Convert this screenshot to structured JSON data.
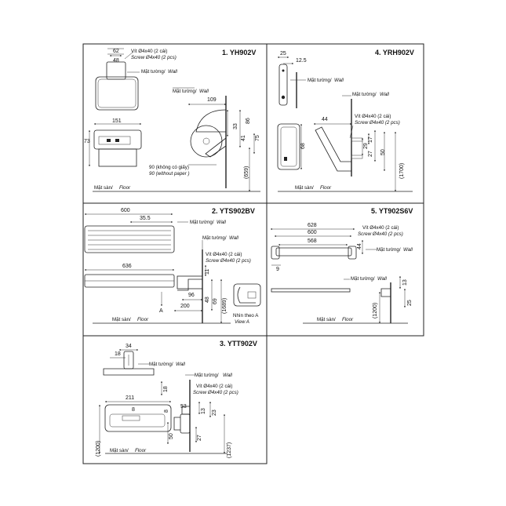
{
  "colors": {
    "line": "#222222",
    "background": "#ffffff"
  },
  "panel1": {
    "title": "1. YH902V",
    "dims": {
      "d62": "62",
      "d48": "48",
      "d109": "109",
      "d151": "151",
      "d73": "73",
      "d33": "33",
      "d86": "86",
      "d41": "41",
      "d75": "75",
      "d659": "(659)"
    },
    "screw_vi": "Vít Ø4x40 (2 cái)",
    "screw_en": "Screw Ø4x40 (2 pcs)",
    "wall_vi": "Mặt tường/",
    "wall_en": "Wall",
    "paper_vi": "90 (không có giấy)",
    "paper_en": "90 (without paper )",
    "floor_vi": "Mặt sàn/",
    "floor_en": "Floor"
  },
  "panel4": {
    "title": "4. YRH902V",
    "dims": {
      "d25": "25",
      "d12_5": "12.5",
      "d68": "68",
      "d44": "44",
      "d29": "29",
      "d17": "17",
      "d27": "27",
      "d50": "50",
      "d1700": "(1700)"
    },
    "screw_vi": "Vít Ø4x40 (2 cái)",
    "screw_en": "Screw Ø4x40 (2 pcs)",
    "wall_vi": "Mặt tường/",
    "wall_en": "Wall",
    "floor_vi": "Mặt sàn/",
    "floor_en": "Floor"
  },
  "panel2": {
    "title": "2. YTS902BV",
    "dims": {
      "d600": "600",
      "d35_5": "35.5",
      "d636": "636",
      "d11": "11",
      "d96": "96",
      "d200": "200",
      "d48": "48",
      "d69": "69",
      "d1689": "(1689)"
    },
    "screw_vi": "Vít Ø4x40 (2 cái)",
    "screw_en": "Screw Ø4x40 (2 pcs)",
    "wall_vi": "Mặt tường/",
    "wall_en": "Wall",
    "floor_vi": "Mặt sàn/",
    "floor_en": "Floor",
    "view_letter": "A",
    "view_vi": "Nhìn theo A",
    "view_en": "View A"
  },
  "panel5": {
    "title": "5. YT902S6V",
    "dims": {
      "d628": "628",
      "d600": "600",
      "d568": "568",
      "d44": "44",
      "d9": "9",
      "d13": "13",
      "d25": "25",
      "d1200": "(1200)"
    },
    "screw_vi": "Vít Ø4x40 (2 cái)",
    "screw_en": "Screw Ø4x40 (2 pcs)",
    "wall_vi": "Mặt tường/",
    "wall_en": "Wall",
    "floor_vi": "Mặt sàn/",
    "floor_en": "Floor"
  },
  "panel3": {
    "title": "3. YTT902V",
    "dims": {
      "d34": "34",
      "d18a": "18",
      "d18b": "18",
      "d211": "211",
      "d8a": "8",
      "d8b": "8",
      "d53": "53",
      "d13": "13",
      "d23": "23",
      "d27": "27",
      "d50": "50",
      "d1200": "(1200)",
      "d1237": "(1237)"
    },
    "screw_vi": "Vít Ø4x40 (2 cái)",
    "screw_en": "Screw Ø4x40 (2 pcs)",
    "wall_vi": "Mặt tường/",
    "wall_en": "Wall",
    "floor_vi": "Mặt sàn/",
    "floor_en": "Floor"
  }
}
